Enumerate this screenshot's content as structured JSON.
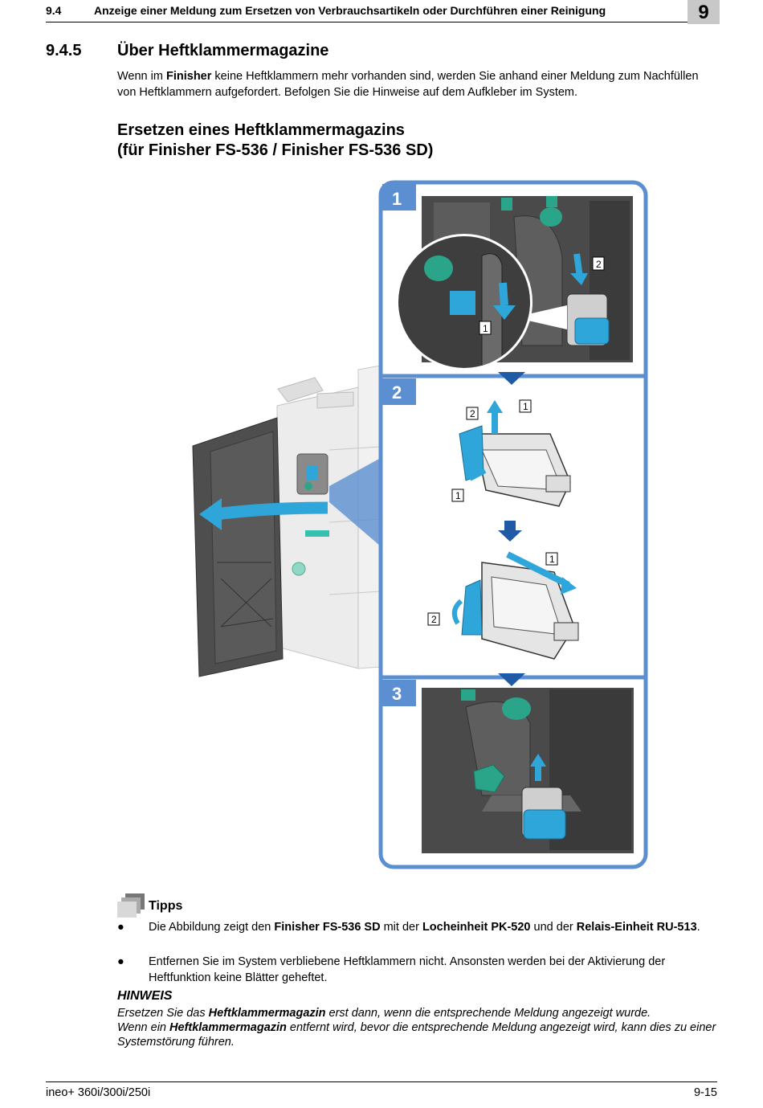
{
  "header": {
    "section_number": "9.4",
    "section_title": "Anzeige einer Meldung zum Ersetzen von Verbrauchsartikeln oder Durchführen einer Reinigung",
    "chapter_number": "9"
  },
  "section": {
    "number": "9.4.5",
    "title": "Über Heftklammermagazine"
  },
  "intro": {
    "part1": "Wenn im ",
    "bold1": "Finisher",
    "part2": " keine Heftklammern mehr vorhanden sind, werden Sie anhand einer Meldung zum Nachfüllen von Heftklammern aufgefordert. Befolgen Sie die Hinweise auf dem Aufkleber im System."
  },
  "subsection": {
    "line1": "Ersetzen eines Heftklammermagazins",
    "line2": "(für Finisher FS-536 / Finisher FS-536 SD)"
  },
  "illustration": {
    "steps": [
      "1",
      "2",
      "3"
    ],
    "callouts": [
      "1",
      "2"
    ],
    "colors": {
      "accent_blue": "#5b8fd1",
      "part_blue": "#2fa6d9",
      "teal": "#2aa58a",
      "dark_gray": "#4a4a4a"
    }
  },
  "tips": {
    "label": "Tipps",
    "bullet_symbol": "●",
    "item1": {
      "t1": "Die Abbildung zeigt den ",
      "b1": "Finisher FS-536 SD",
      "t2": " mit der ",
      "b2": "Locheinheit PK-520",
      "t3": " und der ",
      "b3": "Relais-Einheit RU-513",
      "t4": "."
    },
    "item2": "Entfernen Sie im System verbliebene Heftklammern nicht. Ansonsten werden bei der Aktivierung der Heftfunktion keine Blätter geheftet."
  },
  "note": {
    "title": "HINWEIS",
    "l1a": "Ersetzen Sie das ",
    "l1b": "Heftklammermagazin",
    "l1c": " erst dann, wenn die entsprechende Meldung angezeigt wurde.",
    "l2a": "Wenn ein ",
    "l2b": "Heftklammermagazin",
    "l2c": " entfernt wird, bevor die entsprechende Meldung angezeigt wird, kann dies zu einer Systemstörung führen."
  },
  "footer": {
    "model": "ineo+ 360i/300i/250i",
    "page": "9-15"
  }
}
